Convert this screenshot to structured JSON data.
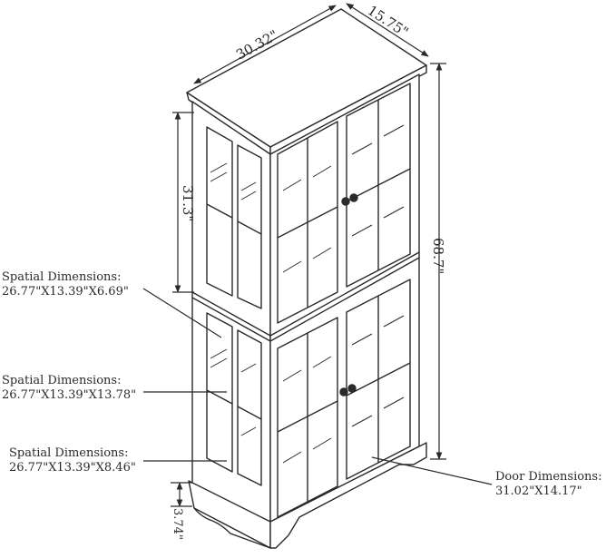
{
  "dimensions": {
    "width": "30.32\"",
    "depth": "15.75\"",
    "height": "68.7\"",
    "upper_height": "31.3\"",
    "base_height": "3.74\""
  },
  "callouts": [
    {
      "title": "Spatial Dimensions:",
      "value": "26.77\"X13.39\"X6.69\""
    },
    {
      "title": "Spatial Dimensions:",
      "value": "26.77\"X13.39\"X13.78\""
    },
    {
      "title": "Spatial Dimensions:",
      "value": "26.77\"X13.39\"X8.46\""
    },
    {
      "title": "Door Dimensions:",
      "value": "31.02\"X14.17\""
    }
  ],
  "colors": {
    "line": "#2a2a2a",
    "glass": "#ffffff"
  }
}
